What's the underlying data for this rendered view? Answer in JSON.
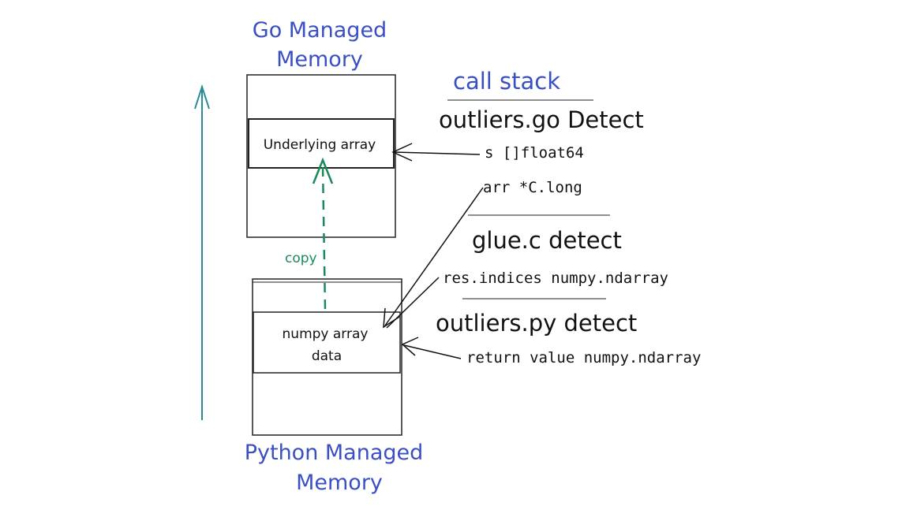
{
  "labels": {
    "go_memory_line1": "Go Managed",
    "go_memory_line2": "Memory",
    "python_memory_line1": "Python Managed",
    "python_memory_line2": "Memory",
    "underlying_array": "Underlying array",
    "numpy_array_line1": "numpy array",
    "numpy_array_line2": "data",
    "copy": "copy"
  },
  "call_stack": {
    "heading": "call stack",
    "frames": [
      {
        "title": "outliers.go Detect",
        "vars": [
          "s []float64",
          "arr *C.long"
        ]
      },
      {
        "title": "glue.c detect",
        "vars": [
          "res.indices numpy.ndarray"
        ]
      },
      {
        "title": "outliers.py detect",
        "vars": [
          "return value numpy.ndarray"
        ]
      }
    ]
  },
  "colors": {
    "heading_blue": "#3a4fc4",
    "axis_teal": "#2a8a99",
    "copy_green": "#1b8a5a",
    "ink": "#111111"
  }
}
